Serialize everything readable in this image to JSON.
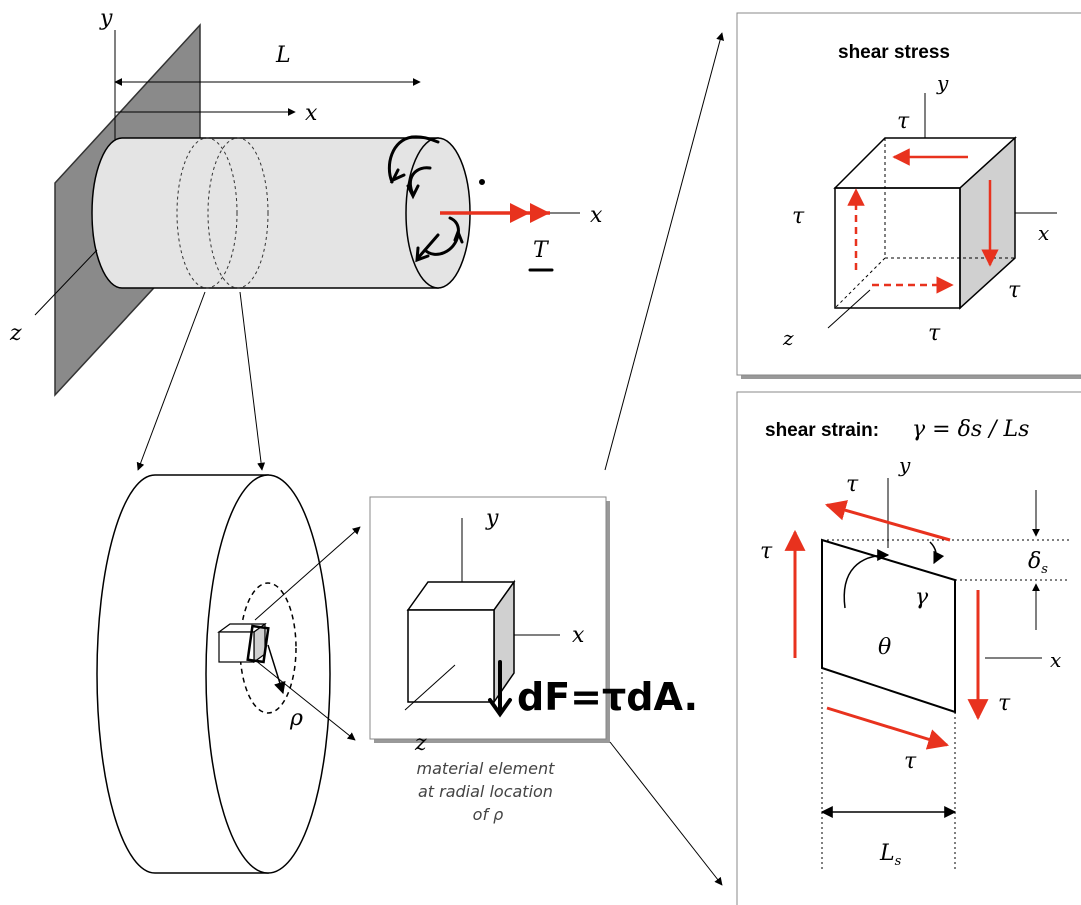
{
  "shaft": {
    "label_y": "y",
    "label_L": "L",
    "label_x_dim": "x",
    "label_x_axis": "x",
    "label_z": "z",
    "label_T": "T"
  },
  "disk": {
    "label_rho": "ρ"
  },
  "element": {
    "label_y": "y",
    "label_x": "x",
    "label_z": "z",
    "annotation": "dF=τdA.",
    "caption_lines": [
      "material element",
      "at radial location",
      "of ρ"
    ]
  },
  "stress_panel": {
    "title": "shear stress",
    "label_y": "y",
    "label_x": "x",
    "label_z": "z",
    "tau_top": "τ",
    "tau_left": "τ",
    "tau_right": "τ",
    "tau_bottom": "τ"
  },
  "strain_panel": {
    "title": "shear strain:",
    "formula": "γ = δs / Ls",
    "label_y": "y",
    "label_x": "x",
    "tau_top": "τ",
    "tau_left": "τ",
    "tau_right": "τ",
    "tau_bottom": "τ",
    "delta": "δ",
    "delta_sub": "s",
    "gamma": "γ",
    "theta": "θ",
    "Ls": "L",
    "Ls_sub": "s"
  },
  "colors": {
    "accent_red": "#e8321e",
    "wall": "#8a8a8a",
    "shaft_fill": "#e4e4e4",
    "face_shade": "#d0d0d0"
  }
}
